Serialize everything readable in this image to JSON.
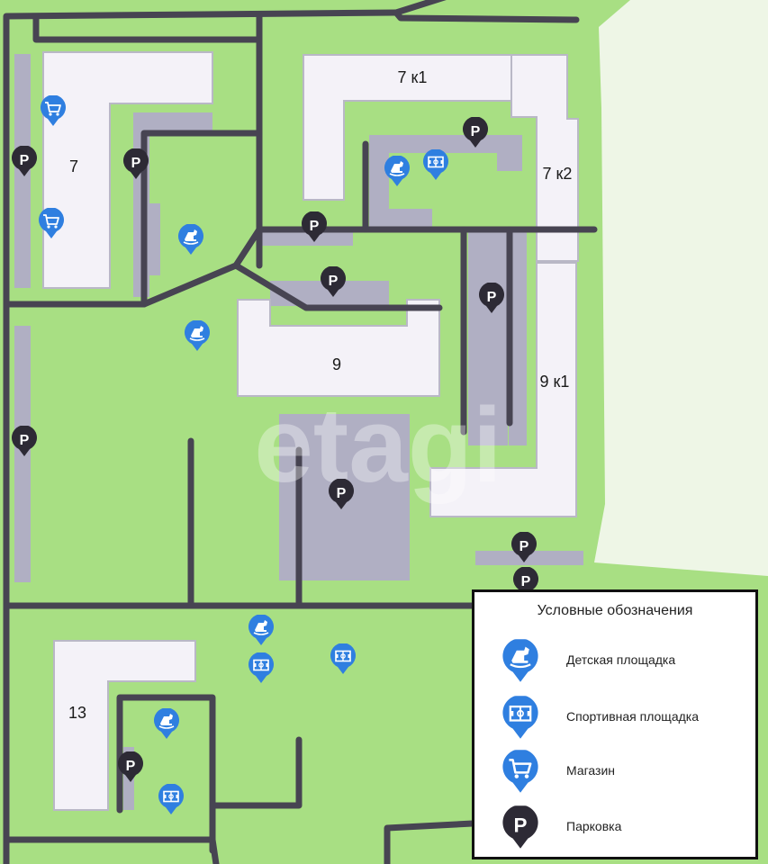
{
  "colors": {
    "grass": "#a8df83",
    "road": "#474452",
    "building": "#f4f2f8",
    "building_edge": "#b9b8c6",
    "parking_area": "#b0afc3",
    "outside": "#eef6e6",
    "marker_blue": "#2f7fe0",
    "marker_dark": "#2d2a35"
  },
  "buildings": {
    "b7": "7",
    "b7k1": "7 к1",
    "b7k2": "7 к2",
    "b9": "9",
    "b9k1": "9 к1",
    "b13": "13"
  },
  "watermark": "etagi",
  "legend": {
    "title": "Условные обозначения",
    "items": [
      {
        "icon": "playground-icon",
        "label": "Детская площадка"
      },
      {
        "icon": "sports-field-icon",
        "label": "Спортивная площадка"
      },
      {
        "icon": "shop-icon",
        "label": "Магазин"
      },
      {
        "icon": "parking-icon",
        "label": "Парковка"
      }
    ]
  },
  "markers": {
    "parking_letter": "P"
  }
}
